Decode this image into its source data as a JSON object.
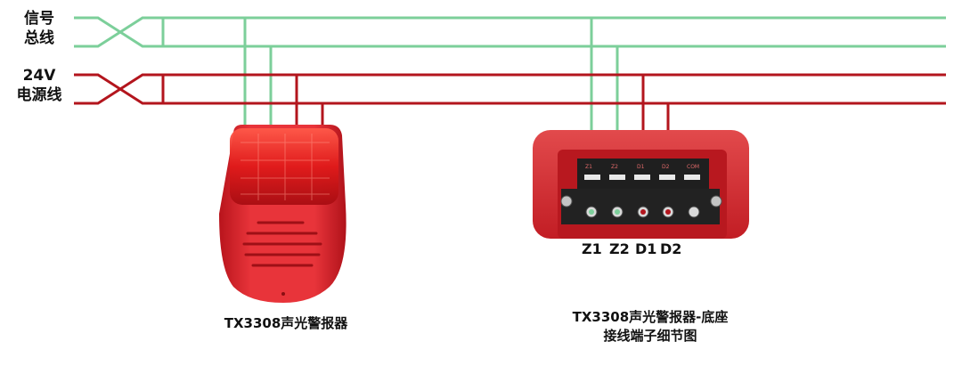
{
  "labels": {
    "signal_bus_line1": "信号",
    "signal_bus_line2": "总线",
    "power_line1": "24V",
    "power_line2": "电源线"
  },
  "terminals": [
    "Z1",
    "Z2",
    "D1",
    "D2"
  ],
  "base_screen_print": [
    "Z1",
    "Z2",
    "D1",
    "D2",
    "COM"
  ],
  "captions": {
    "device": "TX3308声光警报器",
    "base_line1": "TX3308声光警报器-底座",
    "base_line2": "接线端子细节图"
  },
  "colors": {
    "signal_wire": "#7ccf9a",
    "power_wire": "#b3151d",
    "device_red": "#e3262f",
    "base_red": "#d42a2e",
    "terminal_black": "#1f1f1f"
  }
}
